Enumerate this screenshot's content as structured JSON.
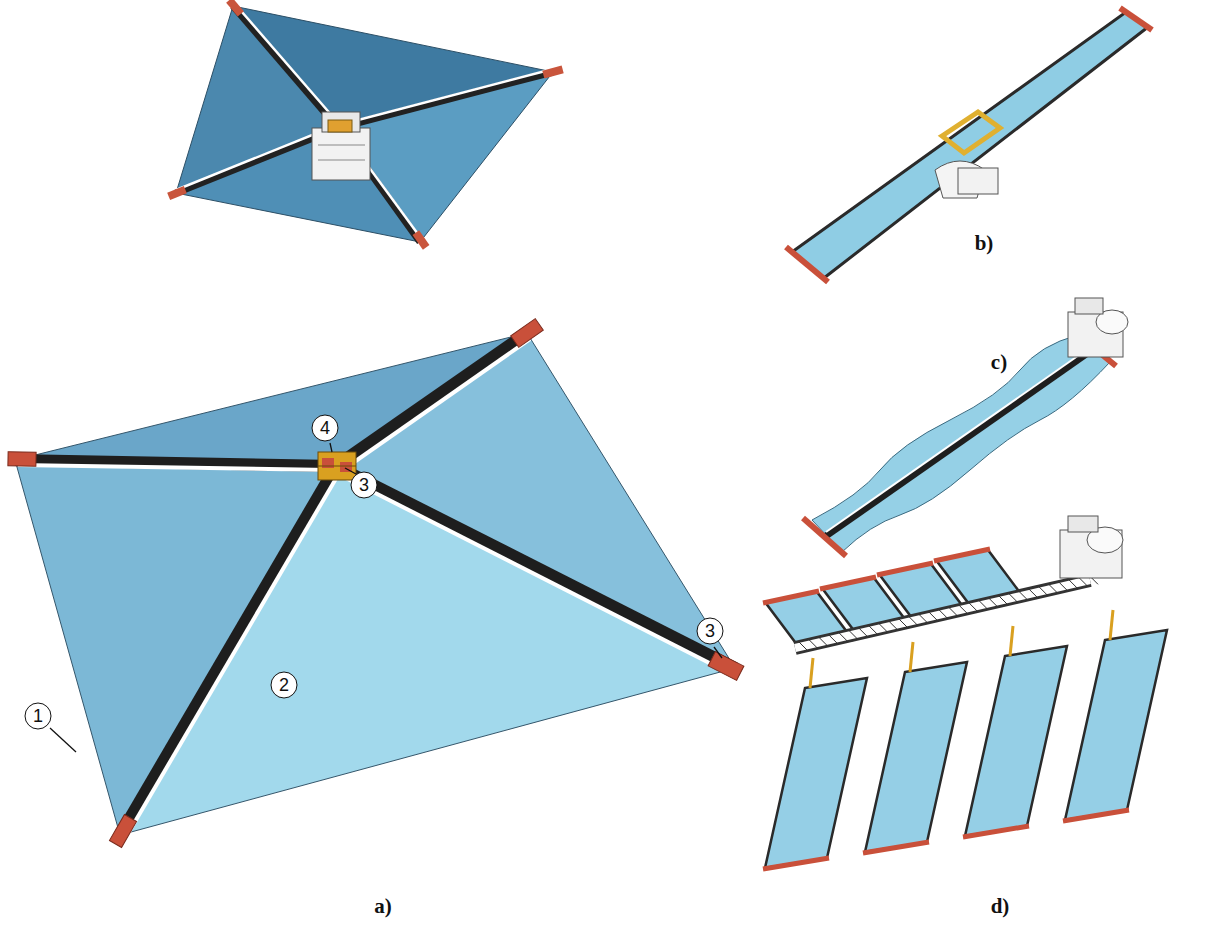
{
  "diagram": {
    "labels": [
      "b)",
      "c)",
      "4",
      "3",
      "3",
      "2",
      "1",
      "a)",
      "d)"
    ]
  }
}
